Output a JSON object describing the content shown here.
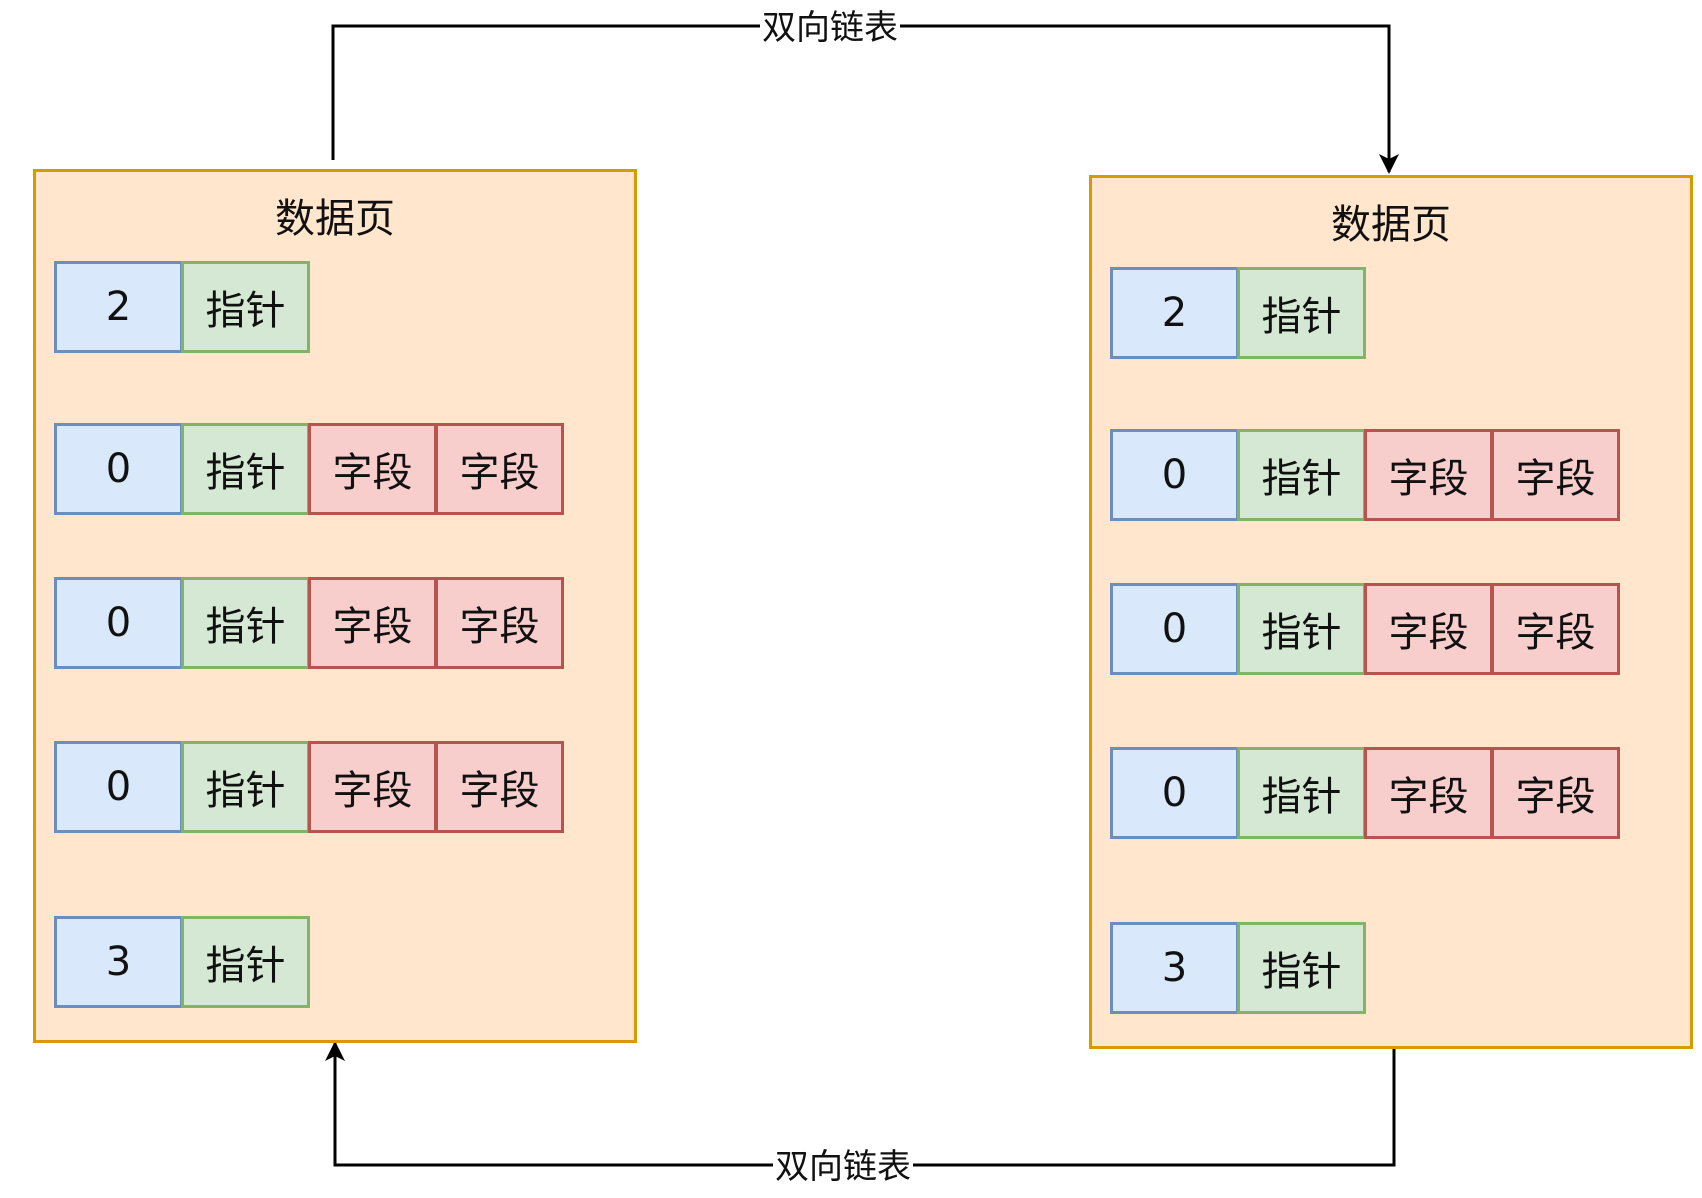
{
  "colors": {
    "page_fill": "#ffe6cc",
    "page_border": "#d79b00",
    "number_fill": "#dae8fc",
    "number_border": "#6c8ebf",
    "pointer_fill": "#d5e8d4",
    "pointer_border": "#82b366",
    "field_fill": "#f8cecc",
    "field_border": "#b85450"
  },
  "edge_top_label": "双向链表",
  "edge_bottom_label": "双向链表",
  "pages": [
    {
      "title": "数据页",
      "records": [
        {
          "header": "2",
          "pointer": "指针",
          "fields": []
        },
        {
          "header": "0",
          "pointer": "指针",
          "fields": [
            "字段",
            "字段"
          ]
        },
        {
          "header": "0",
          "pointer": "指针",
          "fields": [
            "字段",
            "字段"
          ]
        },
        {
          "header": "0",
          "pointer": "指针",
          "fields": [
            "字段",
            "字段"
          ]
        },
        {
          "header": "3",
          "pointer": "指针",
          "fields": []
        }
      ]
    },
    {
      "title": "数据页",
      "records": [
        {
          "header": "2",
          "pointer": "指针",
          "fields": []
        },
        {
          "header": "0",
          "pointer": "指针",
          "fields": [
            "字段",
            "字段"
          ]
        },
        {
          "header": "0",
          "pointer": "指针",
          "fields": [
            "字段",
            "字段"
          ]
        },
        {
          "header": "0",
          "pointer": "指针",
          "fields": [
            "字段",
            "字段"
          ]
        },
        {
          "header": "3",
          "pointer": "指针",
          "fields": []
        }
      ]
    }
  ]
}
